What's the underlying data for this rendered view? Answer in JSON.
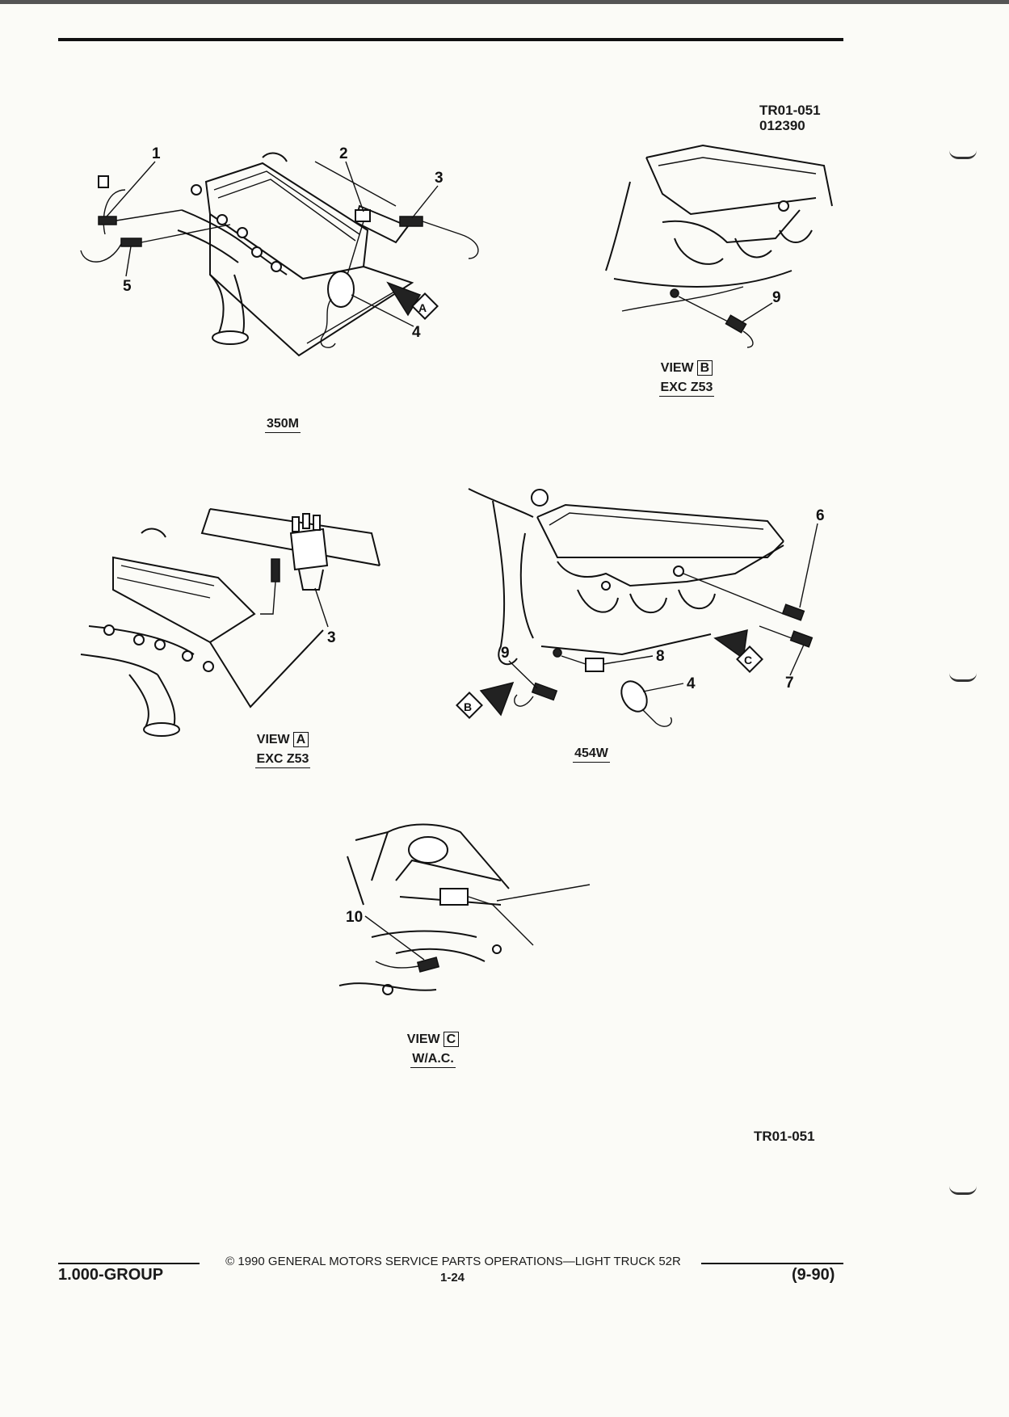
{
  "header": {
    "figure_code_top": "TR01-051",
    "date_code": "012390"
  },
  "figures": {
    "engine_350m": {
      "caption": "350M",
      "callouts": [
        "1",
        "2",
        "3",
        "4",
        "5"
      ],
      "view_arrow": "A"
    },
    "view_b": {
      "view_word": "VIEW",
      "view_letter": "B",
      "subcaption": "EXC Z53",
      "callouts": [
        "9"
      ]
    },
    "view_a": {
      "view_word": "VIEW",
      "view_letter": "A",
      "subcaption": "EXC Z53",
      "callouts": [
        "3"
      ]
    },
    "engine_454w": {
      "caption": "454W",
      "callouts": [
        "6",
        "7",
        "8",
        "9",
        "4"
      ],
      "view_arrows": [
        "B",
        "C"
      ]
    },
    "view_c": {
      "view_word": "VIEW",
      "view_letter": "C",
      "subcaption": "W/A.C.",
      "callouts": [
        "10"
      ]
    }
  },
  "figure_code_bottom": "TR01-051",
  "footer": {
    "copyright": "© 1990 GENERAL MOTORS SERVICE PARTS OPERATIONS—LIGHT TRUCK 52R",
    "group": "1.000-GROUP",
    "page_number": "1-24",
    "revision": "(9-90)"
  }
}
